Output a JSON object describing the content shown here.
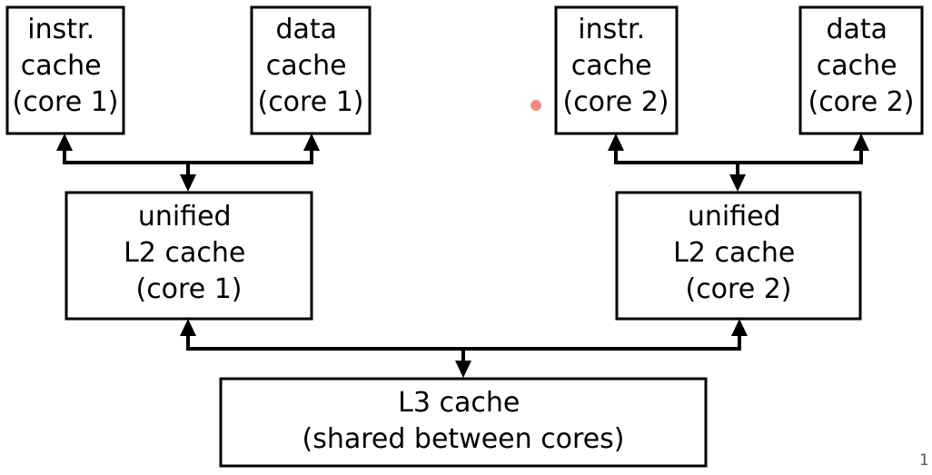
{
  "nodes": {
    "l1i_core1": {
      "lines": [
        "instr.",
        "cache",
        "(core 1)"
      ]
    },
    "l1d_core1": {
      "lines": [
        "data",
        "cache",
        "(core 1)"
      ]
    },
    "l1i_core2": {
      "lines": [
        "instr.",
        "cache",
        "(core 2)"
      ]
    },
    "l1d_core2": {
      "lines": [
        "data",
        "cache",
        "(core 2)"
      ]
    },
    "l2_core1": {
      "lines": [
        "unified",
        "L2 cache",
        "(core 1)"
      ]
    },
    "l2_core2": {
      "lines": [
        "unified",
        "L2 cache",
        "(core 2)"
      ]
    },
    "l3": {
      "lines": [
        "L3 cache",
        "(shared between cores)"
      ]
    }
  },
  "edges": [
    {
      "from": "l2_core1",
      "to": "l1i_core1"
    },
    {
      "from": "l2_core1",
      "to": "l1d_core1"
    },
    {
      "from": "l2_core2",
      "to": "l1i_core2"
    },
    {
      "from": "l2_core2",
      "to": "l1d_core2"
    },
    {
      "from": "l3",
      "to": "l2_core1"
    },
    {
      "from": "l3",
      "to": "l2_core2"
    }
  ],
  "page_number": "1",
  "colors": {
    "line": "#000000",
    "pointer_dot": "#f28b82"
  }
}
